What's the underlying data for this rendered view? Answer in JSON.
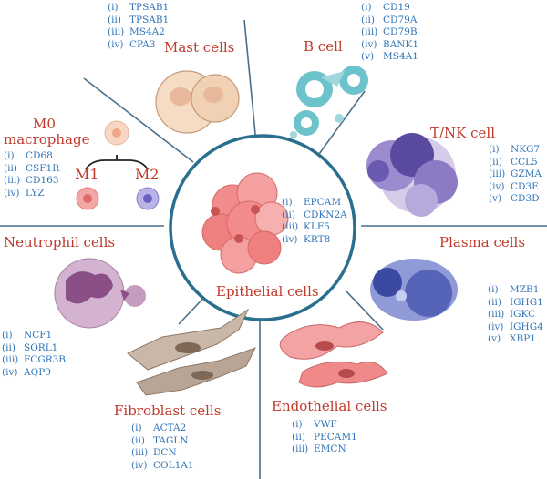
{
  "center": {
    "title": "Epithelial cells",
    "markers": [
      {
        "n": "(i)",
        "g": "EPCAM"
      },
      {
        "n": "(ii)",
        "g": "CDKN2A"
      },
      {
        "n": "(iii)",
        "g": "KLF5"
      },
      {
        "n": "(iv)",
        "g": "KRT8"
      }
    ]
  },
  "mast": {
    "title": "Mast cells",
    "markers": [
      {
        "n": "(i)",
        "g": "TPSAB1"
      },
      {
        "n": "(ii)",
        "g": "TPSAB1"
      },
      {
        "n": "(iii)",
        "g": "MS4A2"
      },
      {
        "n": "(iv)",
        "g": "CPA3"
      }
    ]
  },
  "bcell": {
    "title": "B cell",
    "markers": [
      {
        "n": "(i)",
        "g": "CD19"
      },
      {
        "n": "(ii)",
        "g": "CD79A"
      },
      {
        "n": "(iii)",
        "g": "CD79B"
      },
      {
        "n": "(iv)",
        "g": "BANK1"
      },
      {
        "n": "(v)",
        "g": "MS4A1"
      }
    ]
  },
  "tnk": {
    "title": "T/NK cell",
    "markers": [
      {
        "n": "(i)",
        "g": "NKG7"
      },
      {
        "n": "(ii)",
        "g": "CCL5"
      },
      {
        "n": "(iii)",
        "g": "GZMA"
      },
      {
        "n": "(iv)",
        "g": "CD3E"
      },
      {
        "n": "(v)",
        "g": "CD3D"
      }
    ]
  },
  "plasma": {
    "title": "Plasma cells",
    "markers": [
      {
        "n": "(i)",
        "g": "MZB1"
      },
      {
        "n": "(ii)",
        "g": "IGHG1"
      },
      {
        "n": "(iii)",
        "g": "IGKC"
      },
      {
        "n": "(iv)",
        "g": "IGHG4"
      },
      {
        "n": "(v)",
        "g": "XBP1"
      }
    ]
  },
  "endothelial": {
    "title": "Endothelial cells",
    "markers": [
      {
        "n": "(i)",
        "g": "VWF"
      },
      {
        "n": "(ii)",
        "g": "PECAM1"
      },
      {
        "n": "(iii)",
        "g": "EMCN"
      }
    ]
  },
  "fibroblast": {
    "title": "Fibroblast cells",
    "markers": [
      {
        "n": "(i)",
        "g": "ACTA2"
      },
      {
        "n": "(ii)",
        "g": "TAGLN"
      },
      {
        "n": "(iii)",
        "g": "DCN"
      },
      {
        "n": "(iv)",
        "g": "COL1A1"
      }
    ]
  },
  "neutrophil": {
    "title": "Neutrophil cells",
    "markers": [
      {
        "n": "(i)",
        "g": "NCF1"
      },
      {
        "n": "(ii)",
        "g": "SORL1"
      },
      {
        "n": "(iii)",
        "g": "FCGR3B"
      },
      {
        "n": "(iv)",
        "g": "AQP9"
      }
    ]
  },
  "macrophage": {
    "title_line1": "M0",
    "title_line2": "macrophage",
    "m1": "M1",
    "m2": "M2",
    "markers": [
      {
        "n": "(i)",
        "g": "CD68"
      },
      {
        "n": "(ii)",
        "g": "CSF1R"
      },
      {
        "n": "(iii)",
        "g": "CD163"
      },
      {
        "n": "(iv)",
        "g": "LYZ"
      }
    ]
  },
  "colors": {
    "title": "#c0392b",
    "marker": "#2f74b8",
    "divider": "#4a6f8a",
    "center_ring": "#2b6f8f"
  }
}
